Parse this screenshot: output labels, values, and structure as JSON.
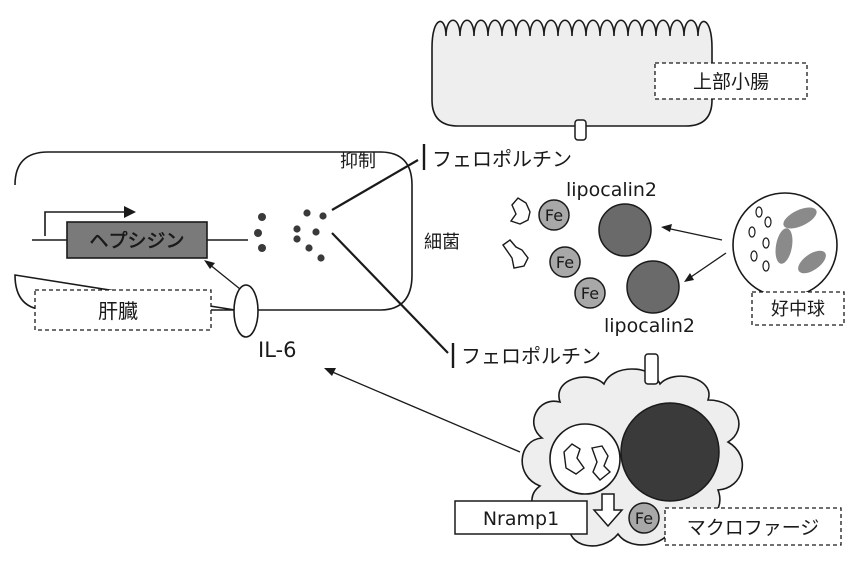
{
  "labels": {
    "hepcidin": "ヘプシジン",
    "liver": "肝臓",
    "il6": "IL-6",
    "suppression": "抑制",
    "ferroportin_top": "フェロポルチン",
    "ferroportin_bottom": "フェロポルチン",
    "upper_small_intestine": "上部小腸",
    "lipocalin_top": "lipocalin2",
    "lipocalin_bottom": "lipocalin2",
    "bacteria": "細菌",
    "fe1": "Fe",
    "fe2": "Fe",
    "fe3": "Fe",
    "fe_macrophage": "Fe",
    "neutrophil": "好中球",
    "nramp1": "Nramp1",
    "macrophage": "マクロファージ"
  },
  "colors": {
    "line": "#1a1a1a",
    "dark_fill": "#3a3a3a",
    "hepcidin_box": "#7a7a7a",
    "lipocalin_circle": "#6a6a6a",
    "fe_circle": "#a8a8a8",
    "cell_fill": "#ffffff",
    "tissue_fill": "#eeeeee",
    "neutrophil_granule": "#8a8a8a"
  }
}
